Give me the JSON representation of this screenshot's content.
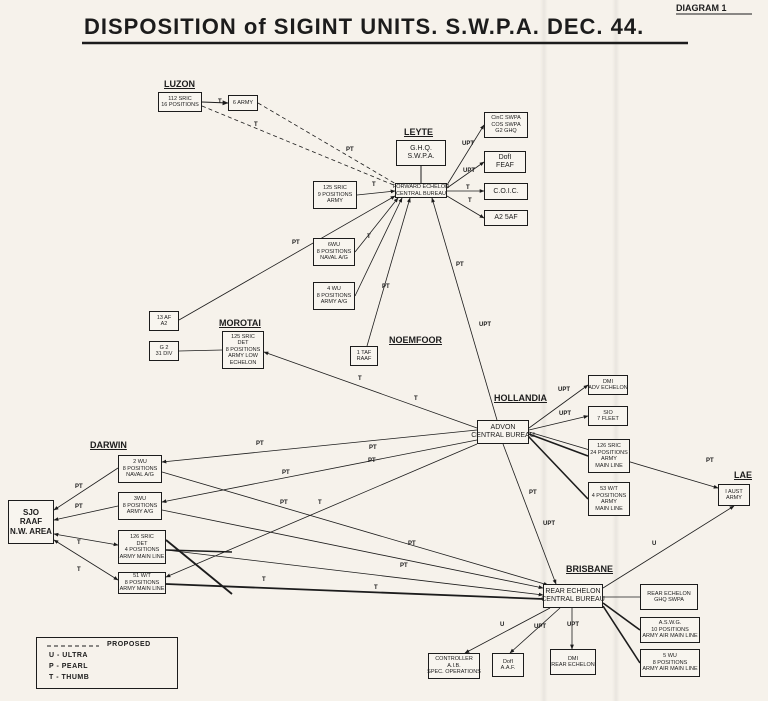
{
  "diagram_number": "DIAGRAM 1",
  "title": "DISPOSITION of SIGINT UNITS.  S.W.P.A.  DEC. 44.",
  "places": {
    "luzon": "LUZON",
    "leyte": "LEYTE",
    "morotai": "MOROTAI",
    "noemfoor": "NOEMFOOR",
    "hollandia": "HOLLANDIA",
    "darwin": "DARWIN",
    "lae": "LAE",
    "brisbane": "BRISBANE"
  },
  "boxes": {
    "sric112": [
      "112 SRIC",
      "16 POSITIONS"
    ],
    "army6": [
      "6 ARMY"
    ],
    "ghq": [
      "G.H.Q.",
      "S.W.P.A."
    ],
    "fwd": [
      "FORWARD ECHELON",
      "CENTRAL BUREAU"
    ],
    "cinc": [
      "CinC SWPA",
      "COS SWPA",
      "G2 GHQ"
    ],
    "dofi_feaf": [
      "DofI",
      "FEAF"
    ],
    "coic": [
      "C.O.I.C."
    ],
    "a2saf": [
      "A2 5AF"
    ],
    "sric125": [
      "125 SRIC",
      "9 POSITIONS",
      "ARMY"
    ],
    "wu6": [
      "6WU",
      "8 POSITIONS",
      "NAVAL A/G"
    ],
    "wu4": [
      "4 WU",
      "8 POSITIONS",
      "ARMY A/G"
    ],
    "af13": [
      "13 AF",
      "A2"
    ],
    "g2div": [
      "G 2",
      "31 DIV"
    ],
    "sric125det": [
      "125 SRIC",
      "DET",
      "8 POSITIONS",
      "ARMY LOW",
      "ECHELON"
    ],
    "taf1": [
      "1 TAF",
      "RAAF"
    ],
    "dmi_adv": [
      "DMI",
      "ADV ECHELON"
    ],
    "sio7": [
      "SIO",
      "7 FLEET"
    ],
    "advon": [
      "ADVON",
      "CENTRAL BUREAU"
    ],
    "sric126": [
      "126 SRIC",
      "24 POSITIONS",
      "ARMY",
      "MAIN LINE"
    ],
    "wt53": [
      "53 W/T",
      "4 POSITIONS",
      "ARMY",
      "MAIN LINE"
    ],
    "wu2": [
      "2 WU",
      "8 POSITIONS",
      "NAVAL A/G"
    ],
    "wu3": [
      "3WU",
      "8 POSITIONS",
      "ARMY A/G"
    ],
    "sjo": [
      "SJO",
      "RAAF",
      "N.W. AREA"
    ],
    "sric126det": [
      "126 SRIC",
      "DET",
      "4 POSITIONS",
      "ARMY MAIN LINE"
    ],
    "wt51": [
      "51 W/T",
      "8 POSITIONS",
      "ARMY MAIN LINE"
    ],
    "aust_army": [
      "I AUST",
      "ARMY"
    ],
    "rear": [
      "REAR ECHELON",
      "CENTRAL BUREAU"
    ],
    "rear_ghq": [
      "REAR ECHELON",
      "GHQ  SWPA"
    ],
    "aswg": [
      "A.S.W.G.",
      "10 POSITIONS",
      "ARMY AIR MAIN LINE"
    ],
    "wu5": [
      "5 WU",
      "8 POSITIONS",
      "ARMY AIR MAIN LINE"
    ],
    "ctrl_aib": [
      "CONTROLLER",
      "A.I.B.",
      "SPEC. OPERATIONS"
    ],
    "dofi_aaf": [
      "DofI",
      "A.A.F."
    ],
    "dmi_rear": [
      "DMI",
      "REAR ECHELON"
    ]
  },
  "link_labels": {
    "t": "T",
    "pt": "PT",
    "upt": "UPT",
    "u": "U"
  },
  "legend": {
    "proposed": "PROPOSED",
    "u": "U  -    ULTRA",
    "p": "P  -    PEARL",
    "t": "T  -    THUMB"
  }
}
